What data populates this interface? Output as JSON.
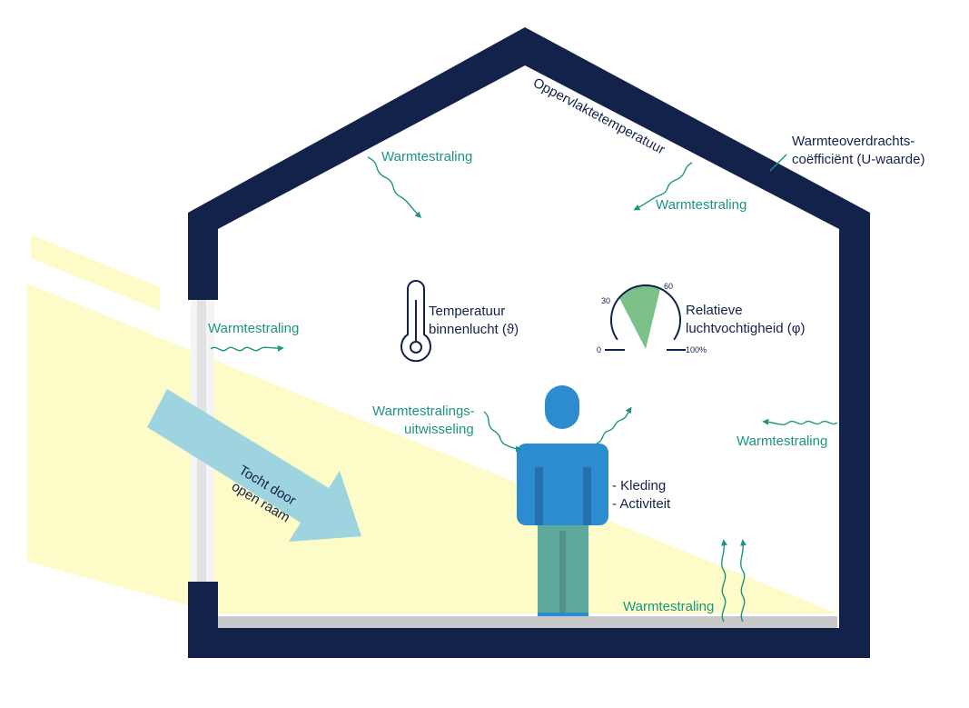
{
  "colors": {
    "wall": "#13224a",
    "teal": "#1c9580",
    "sunlight": "#fdfcc8",
    "draft": "#9ed3e0",
    "person": "#2d8bd0",
    "person_legs": "#5fa99c",
    "floor": "#c9c9c9",
    "gauge_fill": "#7cc18a",
    "window": "#e2e2e2"
  },
  "labels": {
    "surface_temperature": "Oppervlaktetemperatuur",
    "u_value_line1": "Warmteoverdrachts-",
    "u_value_line2": "coëfficiënt (U-waarde)",
    "radiation_top_left": "Warmtestraling",
    "radiation_top_right": "Warmtestraling",
    "radiation_window": "Warmtestraling",
    "radiation_right_wall": "Warmtestraling",
    "radiation_floor": "Warmtestraling",
    "exchange_line1": "Warmtestralings-",
    "exchange_line2": "uitwisseling",
    "temperature_line1": "Temperatuur",
    "temperature_line2": "binnenlucht (ϑ)",
    "humidity_line1": "Relatieve",
    "humidity_line2": "luchtvochtigheid (φ)",
    "draft_line1": "Tocht door",
    "draft_line2": "open raam",
    "clothing": "- Kleding",
    "activity": "- Activiteit"
  },
  "gauge": {
    "tick_0": "0",
    "tick_30": "30",
    "tick_60": "60",
    "tick_100": "100%",
    "range_from": 30,
    "range_to": 60,
    "max": 100
  },
  "icons": {
    "thermometer": "thermometer-icon",
    "humidity_gauge": "humidity-gauge-icon",
    "person": "person-figure"
  }
}
